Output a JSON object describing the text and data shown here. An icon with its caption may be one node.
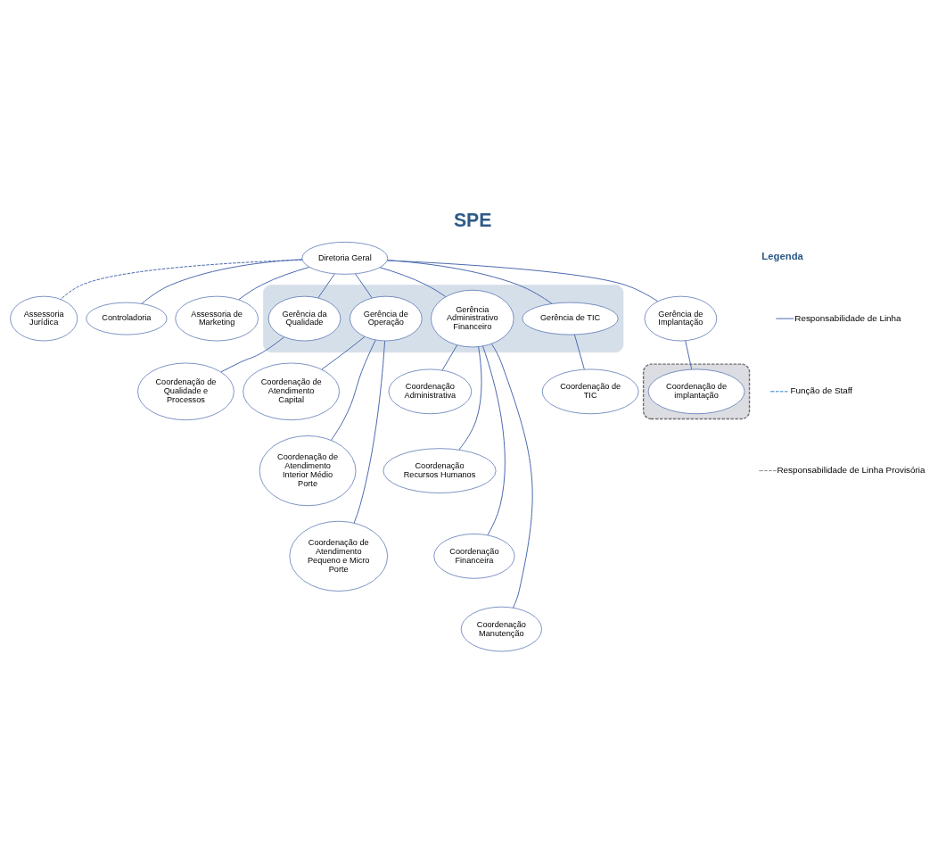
{
  "diagram": {
    "title": "SPE",
    "nodes": [
      {
        "text": [
          "Diretoria Geral"
        ]
      },
      {
        "text": [
          "Assessoria Jurídica"
        ]
      },
      {
        "text": [
          "Controladoria"
        ]
      },
      {
        "text": [
          "Assessoria de Marketing"
        ]
      },
      {
        "text": [],
        "shape": "band"
      },
      {
        "text": [
          "Gerência da Qualidade"
        ],
        "in": 4
      },
      {
        "text": [
          "Gerência de Operação"
        ],
        "in": 4
      },
      {
        "text": [
          "Gerência Administrativo Financeiro"
        ],
        "in": 4
      },
      {
        "text": [
          "Gerência de TIC"
        ],
        "in": 4
      },
      {
        "text": [],
        "shape": "box"
      },
      {
        "text": [
          "Gerência de Implantação"
        ]
      },
      {
        "text": [
          "Coordenação de Qualidade e Processos"
        ]
      },
      {
        "text": [
          "Coordenação de Atendimento Capital"
        ]
      },
      {
        "text": [
          "Coordenação de Atendimento Interior Médio Porte"
        ]
      },
      {
        "text": [
          "Coordenação de Atendimento Pequeno e Micro Porte"
        ]
      },
      {
        "text": [
          "Coordenação Administrativa"
        ]
      },
      {
        "text": [
          "Coordenação Recursos Humanos"
        ]
      },
      {
        "text": [
          "Coordenação Financeira"
        ]
      },
      {
        "text": [
          "Coordenação Manutenção"
        ]
      },
      {
        "text": [
          "Coordenação de TIC"
        ]
      },
      {
        "text": [
          "Coordenação de implantação"
        ],
        "in": 9
      }
    ],
    "edges": [
      {
        "from": 0,
        "to": 1,
        "arrow": "none",
        "style": "dashed"
      },
      {
        "from": 0,
        "to": 2,
        "arrow": "none"
      },
      {
        "from": 0,
        "to": 3,
        "arrow": "none"
      },
      {
        "from": 0,
        "to": 5,
        "arrow": "none"
      },
      {
        "from": 0,
        "to": 6,
        "arrow": "none"
      },
      {
        "from": 0,
        "to": 7,
        "arrow": "none"
      },
      {
        "from": 0,
        "to": 8,
        "arrow": "none"
      },
      {
        "from": 0,
        "to": 10,
        "arrow": "none"
      },
      {
        "from": 5,
        "to": 11,
        "arrow": "none"
      },
      {
        "from": 6,
        "to": 12,
        "arrow": "none"
      },
      {
        "from": 6,
        "to": 13,
        "arrow": "none"
      },
      {
        "from": 6,
        "to": 14,
        "arrow": "none"
      },
      {
        "from": 7,
        "to": 15,
        "arrow": "none"
      },
      {
        "from": 7,
        "to": 16,
        "arrow": "none"
      },
      {
        "from": 7,
        "to": 17,
        "arrow": "none"
      },
      {
        "from": 7,
        "to": 18,
        "arrow": "none"
      },
      {
        "from": 8,
        "to": 19,
        "arrow": "none"
      },
      {
        "from": 10,
        "to": 20,
        "arrow": "none"
      }
    ],
    "labels": [
      "Legenda"
    ],
    "legend": [
      {
        "text": "Responsabilidade de Linha"
      },
      {
        "text": "Função de Staff"
      },
      {
        "text": "Responsabilidade de Linha Provisória"
      }
    ]
  }
}
